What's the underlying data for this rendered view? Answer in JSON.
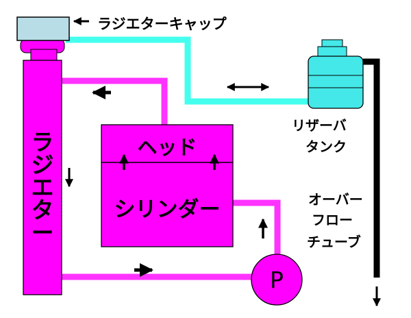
{
  "labels": {
    "radiator_cap": "ラジエターキャップ",
    "radiator": [
      "ラ",
      "ジ",
      "エ",
      "タ",
      "ー"
    ],
    "head": "ヘッド",
    "cylinder": "シリンダー",
    "pump": "P",
    "reserve_tank": [
      "リザーバ",
      "タンク"
    ],
    "overflow_tube": [
      "オーバー",
      "フロー",
      "チューブ"
    ]
  },
  "colors": {
    "coolant_line": "#ff33ff",
    "engine_fill": "#ff00ff",
    "overflow_line": "#44ffee",
    "tank_fill": "#44e8e8",
    "cap_fill": "#b8dde6",
    "overflow_tube": "#000000",
    "arrow": "#000000"
  },
  "icons": {
    "flow": "arrow-icon",
    "bidirectional_flow": "double-arrow-icon"
  }
}
